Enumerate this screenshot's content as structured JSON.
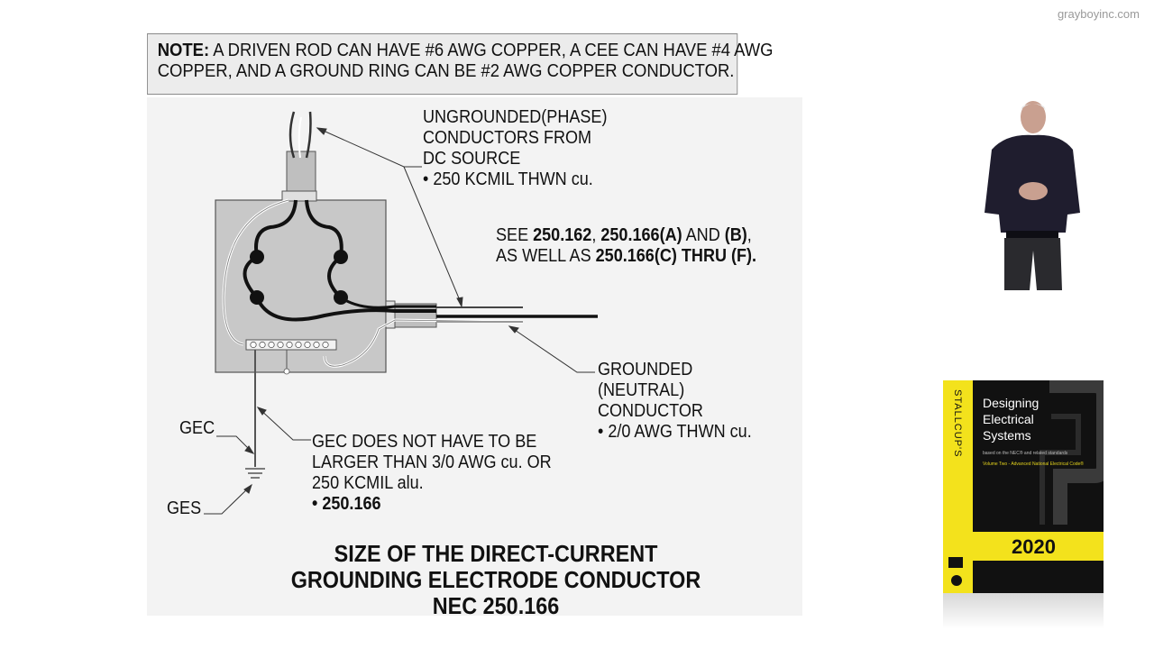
{
  "watermark": "grayboyinc.com",
  "note": {
    "bold": "NOTE:",
    "line1": " A DRIVEN ROD CAN HAVE #6 AWG COPPER, A CEE CAN HAVE #4 AWG",
    "line2": "COPPER, AND A GROUND RING CAN BE #2 AWG COPPER CONDUCTOR."
  },
  "ungrounded": {
    "line1": "UNGROUNDED(PHASE)",
    "line2": "CONDUCTORS FROM",
    "line3": "DC SOURCE",
    "line4": "• 250 KCMIL THWN cu."
  },
  "see": {
    "a": "SEE ",
    "b": "250.162",
    "c": ", ",
    "d": "250.166(A)",
    "e": " AND ",
    "f": "(B)",
    "g": ",",
    "h": "AS WELL AS ",
    "i": "250.166(C) THRU (F)."
  },
  "grounded": {
    "line1": "GROUNDED",
    "line2": "(NEUTRAL)",
    "line3": "CONDUCTOR",
    "line4": "• 2/0 AWG THWN cu."
  },
  "gec_note": {
    "line1": "GEC DOES NOT HAVE TO BE",
    "line2": "LARGER THAN 3/0 AWG cu. OR",
    "line3": "250 KCMIL alu.",
    "line4": "• 250.166"
  },
  "gec_label": "GEC",
  "ges_label": "GES",
  "title": {
    "line1": "SIZE OF THE DIRECT-CURRENT",
    "line2": "GROUNDING ELECTRODE CONDUCTOR",
    "line3": "NEC 250.166"
  },
  "book": {
    "spine": "STALLCUP'S",
    "title1": "Designing",
    "title2": "Electrical",
    "title3": "Systems",
    "subtitle": "based on the NEC® and related standards",
    "volume": "Volume Two - Advanced National Electrical Code®",
    "year": "2020"
  },
  "colors": {
    "panel": "#f3f3f3",
    "note_bg": "#ececec",
    "book_yellow": "#f3e21c"
  }
}
